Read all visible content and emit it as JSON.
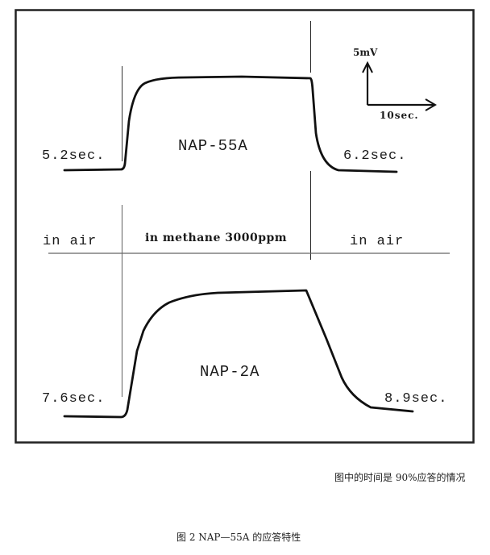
{
  "figure": {
    "sensor_top": "NAP-55A",
    "sensor_bottom": "NAP-2A",
    "top_rise_time": "5.2sec.",
    "top_fall_time": "6.2sec.",
    "bottom_rise_time": "7.6sec.",
    "bottom_fall_time": "8.9sec.",
    "phase_left": "in air",
    "phase_middle": "in methane 3000ppm",
    "phase_right": "in air",
    "scale_voltage": "5mV",
    "scale_time": "10sec.",
    "colors": {
      "line": "#111111",
      "frame": "#222222",
      "marker": "#555555"
    }
  },
  "captions": {
    "note": "图中的时间是 90%应答的情况",
    "title": "图 2  NAP—55A 的应答特性"
  },
  "chart_data": {
    "type": "line",
    "title": "NAP—55A 的应答特性",
    "xlabel": "time (scale bar 10sec.)",
    "ylabel": "output (scale bar 5mV)",
    "phases": [
      "in air",
      "in methane 3000ppm",
      "in air"
    ],
    "series": [
      {
        "name": "NAP-55A",
        "response_90pct_rise_sec": 5.2,
        "response_90pct_fall_sec": 6.2
      },
      {
        "name": "NAP-2A",
        "response_90pct_rise_sec": 7.6,
        "response_90pct_fall_sec": 8.9
      }
    ],
    "annotations": [
      "图中的时间是 90%应答的情况"
    ]
  }
}
